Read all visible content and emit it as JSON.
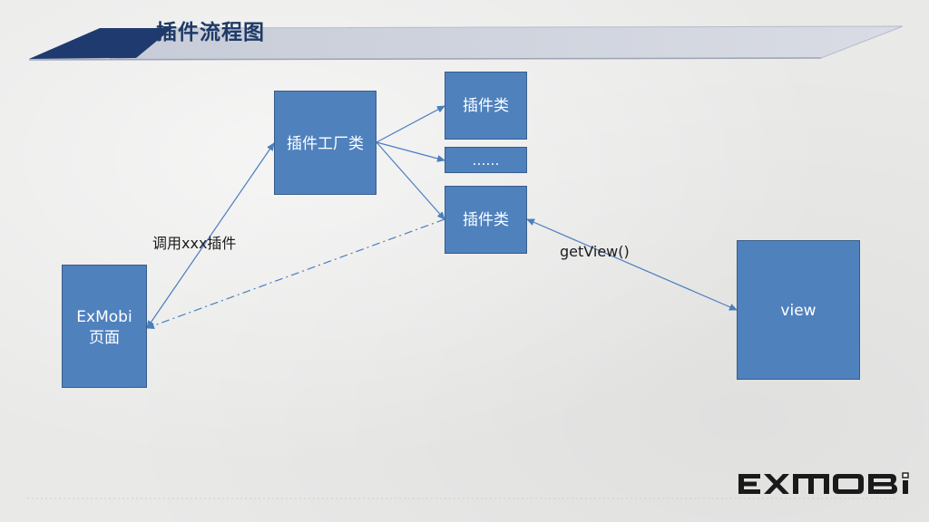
{
  "slide": {
    "title": "插件流程图"
  },
  "diagram": {
    "nodes": {
      "factory": "插件工厂类",
      "plugin_top": "插件类",
      "ellipsis": "……",
      "plugin_bottom": "插件类",
      "exmobi_line1": "ExMobi",
      "exmobi_line2": "页面",
      "view": "view"
    },
    "edge_labels": {
      "call": "调用xxx插件",
      "get_view": "getView()"
    }
  },
  "brand": {
    "logo_text": "EXMOBI"
  },
  "colors": {
    "box_fill": "#4f81bd",
    "box_border": "#385d8a",
    "title_text": "#1f3a66",
    "connector": "#4a7ebf"
  }
}
